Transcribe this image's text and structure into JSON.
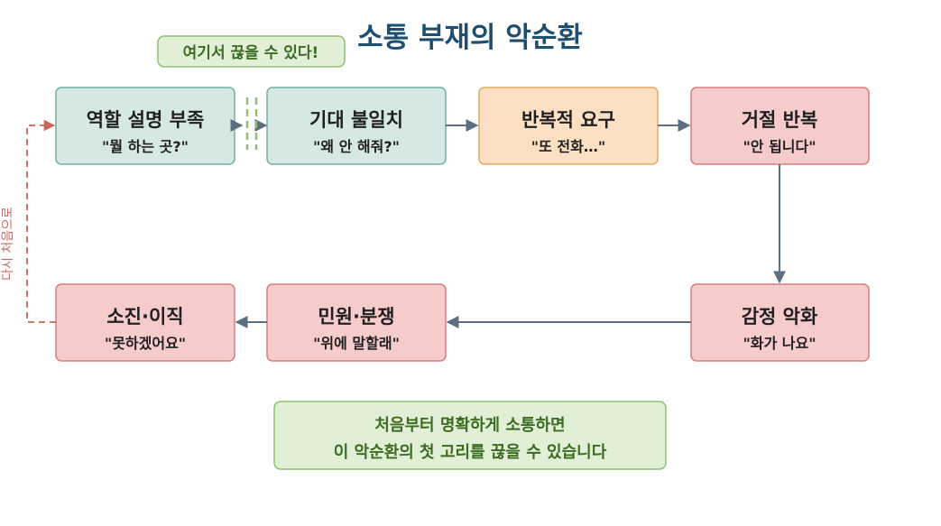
{
  "title": "소통 부재의 악순환",
  "callout": "여기서 끊을 수 있다!",
  "loop_label": "다시 처음으로",
  "nodes": [
    {
      "title": "역할 설명 부족",
      "subtitle": "\"뭘 하는 곳?\""
    },
    {
      "title": "기대 불일치",
      "subtitle": "\"왜 안 해줘?\""
    },
    {
      "title": "반복적 요구",
      "subtitle": "\"또 전화…\""
    },
    {
      "title": "거절 반복",
      "subtitle": "\"안 됩니다\""
    },
    {
      "title": "감정 악화",
      "subtitle": "\"화가 나요\""
    },
    {
      "title": "민원·분쟁",
      "subtitle": "\"위에 말할래\""
    },
    {
      "title": "소진·이직",
      "subtitle": "\"못하겠어요\""
    }
  ],
  "note": {
    "line1": "처음부터 명확하게 소통하면",
    "line2": "이 악순환의 첫 고리를 끊을 수 있습니다"
  },
  "colors": {
    "teal_fill": "#d5e8e4",
    "teal_stroke": "#74aea4",
    "orange_fill": "#fde0c4",
    "orange_stroke": "#e3a862",
    "pink_fill": "#f6cbcb",
    "pink_stroke": "#d57e7e",
    "green_fill": "#e1efd6",
    "green_stroke": "#8fbf73",
    "arrow": "#5c6f80",
    "loop": "#c9645f",
    "title": "#1e4f6e"
  }
}
